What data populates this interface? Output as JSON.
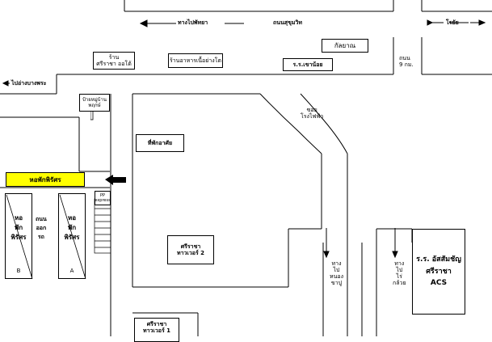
{
  "road_labels": {
    "to_pattaya": "ทางไปพัทยา",
    "sukhumvit": "ถนนสุขุมวิท",
    "to_rayong": "โรยัย",
    "to_bangpra": "ไปอ่างบางพระ",
    "soi_9km": "ถนน\n9 กม.",
    "to_cement_plant": "ซอย\nโรงไฟฟ้า",
    "south_road_left": "ทาง\nไป\nหนอง\nขาปู",
    "south_road_right": "ทาง\nไป\nไร่\nกล้วย"
  },
  "landmarks": {
    "sriracha_shop": "ร้าน\nศรีราชา ออโต้",
    "restaurant": "ร้านอาหารเนื้อย่างโต",
    "top_right_box": "กัลยาณ",
    "school_top": "ร.ร.เขาน้อย",
    "village_sign": "ป้ายหมู่บ้าน\nพฤกษ์",
    "condo": "ที่พักอาศัย",
    "highlight_label": "หอพักพิรัศร",
    "pp_box": "PP\nexpress",
    "sriracha_tower2": "ศรีราชา\nทาวเวอร์ 2",
    "sriracha_tower1": "ศรีราชา\nทาวเวอร์ 1",
    "school_main_line1": "ร.ร. อัสสัมชัญ",
    "school_main_line2": "ศรีราชา",
    "school_main_line3": "ACS"
  },
  "dorms": [
    {
      "text": "หอ\nพัก\nพิรัศร",
      "letter": "B"
    },
    {
      "text": "ถนน\nออก\nรถ",
      "letter": ""
    },
    {
      "text": "หอ\nพัก\nพิรัศร",
      "letter": "A"
    }
  ],
  "colors": {
    "highlight": "#ffff00",
    "line": "#000000"
  }
}
